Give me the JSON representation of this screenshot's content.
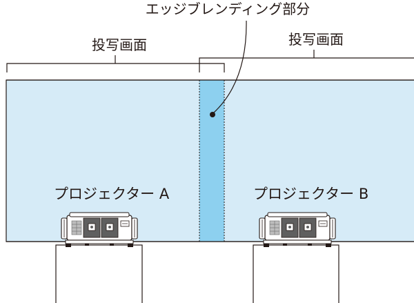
{
  "labels": {
    "edge_blending": "エッジブレンディング部分",
    "screen_a": "投写画面",
    "screen_b": "投写画面",
    "projector_a": "プロジェクター A",
    "projector_b": "プロジェクター B"
  },
  "colors": {
    "screen_fill": "#d6ebf7",
    "overlap_fill": "#8dd0ef",
    "line": "#231815",
    "stand_fill": "#ffffff",
    "projector_body": "#ffffff",
    "projector_detail": "#6b6b6b"
  },
  "icons": {
    "projector": "projector-icon"
  }
}
